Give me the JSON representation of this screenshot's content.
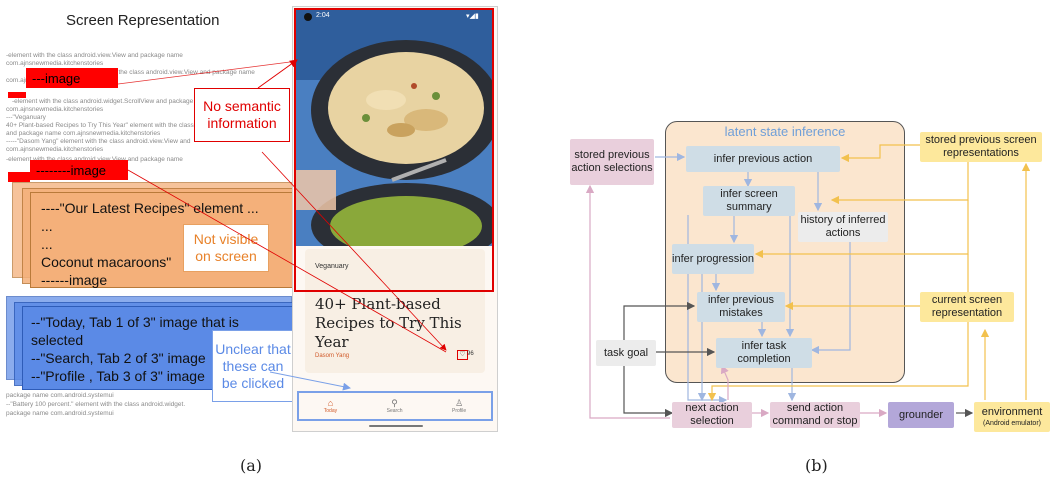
{
  "panel_a": {
    "title": "Screen Representation",
    "faint_lines": [
      "-element with the class android.view.View and package name",
      "com.ajnsnewmedia.kitchenstories",
      "-element with the class android.view.View and package name",
      "com.ajnsnewmedia.kitchenstories",
      "-element with the class android.widget.ScrollView and package name",
      "com.ajnsnewmedia.kitchenstories",
      "---\"Veganuary",
      "40+ Plant-based Recipes to Try This Year\" element with the class",
      "and package name com.ajnsnewmedia.kitchenstories",
      "-----\"Dasom Yang\" element with the class android.view.View and",
      "com.ajnsnewmedia.kitchenstories",
      "-element with the class android.view.View and package name"
    ],
    "faint_lines_lower": [
      "package name com.android.systemui",
      "--\"Battery 100 percent.\" element with the class android.widget.",
      "package name com.android.systemui"
    ],
    "red_label_1": "---image",
    "red_label_2": "--------image",
    "no_semantic": "No semantic information",
    "orange_lines": [
      "----\"Our Latest Recipes\" element ...",
      "...",
      "...",
      "Coconut macaroons\"",
      "------image"
    ],
    "not_visible": "Not visible on screen",
    "blue_lines": [
      "--\"Today, Tab 1 of 3\" image that is",
      "selected",
      "--\"Search, Tab 2 of 3\" image",
      "--\"Profile , Tab 3 of 3\" image"
    ],
    "unclear": "Unclear that these can be clicked",
    "phone": {
      "status_time": "2:04",
      "category": "Veganuary",
      "recipe_title": "40+ Plant-based Recipes to Try This Year",
      "author": "Dasom Yang",
      "likes": "96",
      "tabs": [
        "Today",
        "Search",
        "Profile"
      ]
    },
    "caption": "(a)"
  },
  "panel_b": {
    "region_title": "latent state inference",
    "nodes": {
      "infer_previous_action": "infer previous action",
      "infer_screen_summary": "infer screen summary",
      "history": "history of inferred actions",
      "infer_progression": "infer progression",
      "infer_previous_mistakes": "infer previous mistakes",
      "infer_task_completion": "infer task completion",
      "stored_prev_actions": "stored previous action selections",
      "stored_prev_screens": "stored previous screen representations",
      "current_screen": "current screen representation",
      "task_goal": "task goal",
      "next_action": "next action selection",
      "send_action": "send action command or stop",
      "grounder": "grounder",
      "environment": "environment",
      "environment_sub": "(Android emulator)"
    },
    "caption": "(b)",
    "colors": {
      "blue": "#cfdde6",
      "pink": "#e9cfdc",
      "yellow": "#fde89c",
      "purple": "#b3a7d9",
      "region": "#fbe6cf",
      "arrow_blue": "#9fb6e0",
      "arrow_yellow": "#f2c14e",
      "arrow_pink": "#d9a9c4"
    }
  }
}
